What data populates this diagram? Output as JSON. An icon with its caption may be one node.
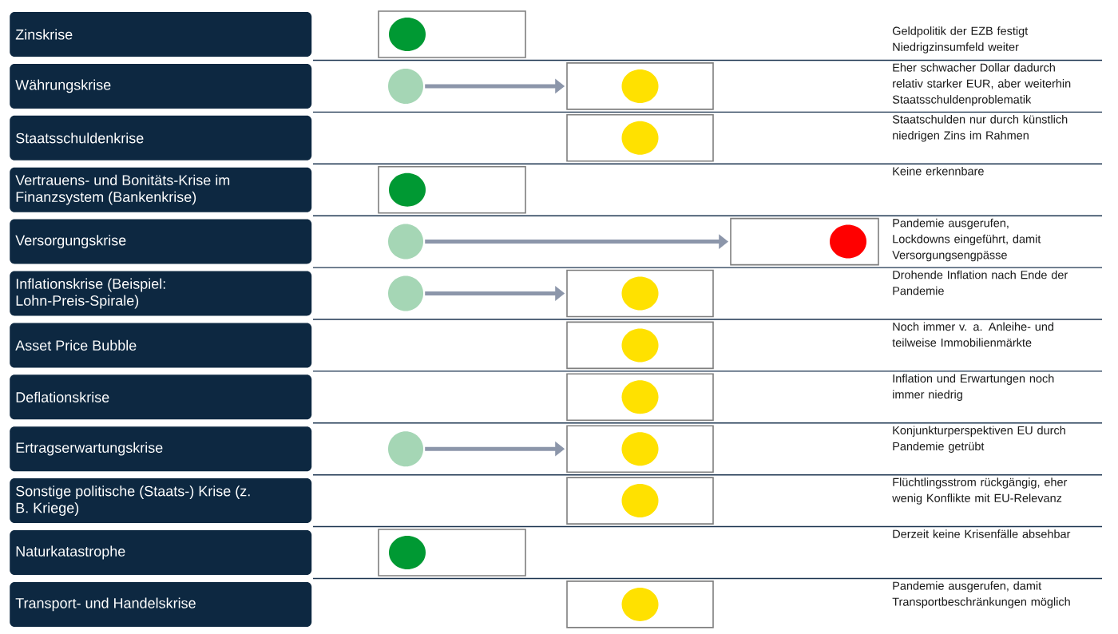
{
  "diagram": {
    "nodes": [
      {
        "text": [
          "Zinskrise"
        ]
      },
      {
        "text": [],
        "shape": "box"
      },
      {
        "text": [
          "Währungskrise"
        ]
      },
      {
        "text": [],
        "shape": "circle"
      },
      {
        "text": [],
        "shape": "box"
      },
      {
        "text": [
          "Staatsschuldenkrise"
        ]
      },
      {
        "text": [],
        "shape": "box"
      },
      {
        "text": [
          "Vertrauens- und Bonitäts-Krise im Finanzsystem (Bankenkrise)"
        ]
      },
      {
        "text": [],
        "shape": "box"
      },
      {
        "text": [
          "Versorgungskrise"
        ]
      },
      {
        "text": [],
        "shape": "circle"
      },
      {
        "text": [],
        "shape": "box"
      },
      {
        "text": [
          "Inflationskrise (Beispiel: Lohn-Preis-Spirale)"
        ]
      },
      {
        "text": [],
        "shape": "circle"
      },
      {
        "text": [],
        "shape": "box"
      },
      {
        "text": [
          "Asset Price Bubble"
        ]
      },
      {
        "text": [],
        "shape": "box"
      },
      {
        "text": [
          "Deflationskrise"
        ]
      },
      {
        "text": [],
        "shape": "box"
      },
      {
        "text": [
          "Ertragserwartungskrise"
        ]
      },
      {
        "text": [],
        "shape": "circle"
      },
      {
        "text": [],
        "shape": "box"
      },
      {
        "text": [
          "Sonstige politische (Staats-) Krise (z. B. Kriege)"
        ]
      },
      {
        "text": [],
        "shape": "box"
      },
      {
        "text": [
          "Naturkatastrophe"
        ]
      },
      {
        "text": [],
        "shape": "box"
      },
      {
        "text": [
          "Transport- und Handelskrise"
        ]
      },
      {
        "text": [],
        "shape": "box"
      }
    ],
    "edges": [
      {
        "from": 3,
        "to": 4,
        "arrow": "to"
      },
      {
        "from": 10,
        "to": 11,
        "arrow": "to"
      },
      {
        "from": 13,
        "to": 14,
        "arrow": "to"
      },
      {
        "from": 20,
        "to": 21,
        "arrow": "to"
      }
    ],
    "labels": [
      "Geldpolitik der EZB festigt Niedrigzinsumfeld weiter",
      "Eher schwacher Dollar dadurch relativ starker EUR, aber weiterhin Staatsschuldenproblematik",
      "Staatschulden nur durch künstlich niedrigen Zins im Rahmen",
      "Keine erkennbare",
      "Pandemie ausgerufen, Lockdowns eingeführt, damit Versorgungsengpässe",
      "Drohende Inflation nach Ende der Pandemie",
      "Noch immer v. a. Anleihe- und teilweise Immobilienmärkte",
      "Inflation und Erwartungen noch immer niedrig",
      "Konjunkturperspektiven EU durch Pandemie getrübt",
      "Flüchtlingsstrom rückgängig, eher wenig Konflikte mit EU-Relevanz",
      "Derzeit keine Krisenfälle absehbar",
      "Pandemie ausgerufen, damit Transportbeschränkungen möglich"
    ]
  }
}
